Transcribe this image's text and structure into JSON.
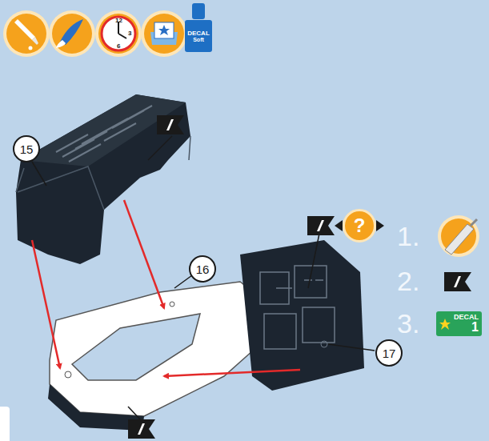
{
  "diagram": {
    "nodes": [
      {
        "text": [
          "15"
        ]
      },
      {
        "text": [
          "16"
        ]
      },
      {
        "text": [
          "17"
        ]
      },
      {
        "text": [
          "?"
        ]
      },
      {
        "text": [
          "DECAL",
          "1"
        ]
      },
      {
        "text": [
          "DECAL",
          "Soft"
        ]
      }
    ],
    "labels": [
      "12",
      "3",
      "6",
      "1.",
      "2.",
      "3."
    ]
  }
}
